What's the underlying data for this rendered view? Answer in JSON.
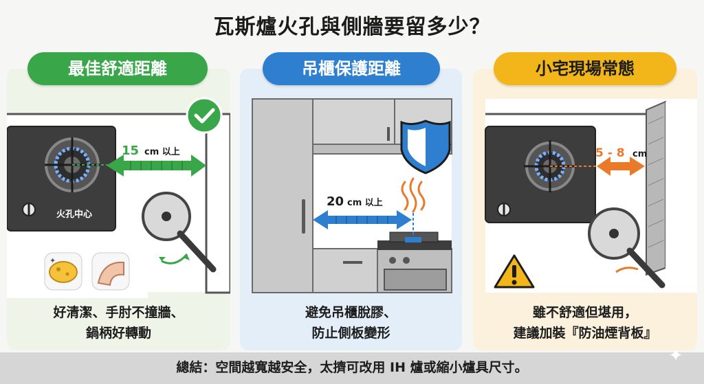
{
  "title": "瓦斯爐火孔與側牆要留多少？",
  "panels": [
    {
      "heading": "最佳舒適距離",
      "measure": "15",
      "unit": "cm 以上",
      "burner_label": "火孔中心",
      "caption_line1": "好清潔、手肘不撞牆、",
      "caption_line2": "鍋柄好轉動",
      "accent": "#3aa64a"
    },
    {
      "heading": "吊櫃保護距離",
      "measure": "20",
      "unit": "cm 以上",
      "caption_line1": "避免吊櫃脫膠、",
      "caption_line2": "防止側板變形",
      "accent": "#2f7fd0"
    },
    {
      "heading": "小宅現場常態",
      "measure": "5 - 8",
      "unit": "cm",
      "caption_line1": "雖不舒適但堪用，",
      "caption_line2": "建議加裝『防油煙背板』",
      "accent": "#f2b51a"
    }
  ],
  "footer": "總結：空間越寬越安全，太擠可改用 IH 爐或縮小爐具尺寸。",
  "icons": [
    "check-icon",
    "sponge-icon",
    "elbow-icon",
    "shield-icon",
    "heat-waves-icon",
    "warning-icon",
    "pan-icon",
    "burner-icon",
    "sparkle-icon"
  ]
}
